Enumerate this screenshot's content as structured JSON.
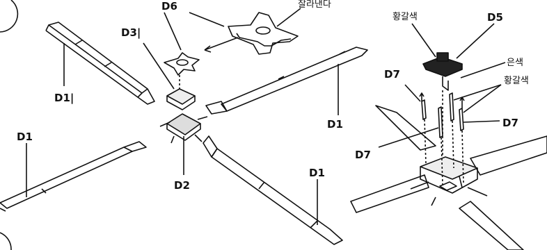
{
  "left": {
    "part_labels": {
      "d6": "D6",
      "d3": "D3|",
      "d1_top_left": "D1|",
      "d1_left": "D1",
      "d1_right": "D1",
      "d1_bottom": "D1",
      "d2": "D2"
    },
    "note": "잘라낸다"
  },
  "right": {
    "part_labels": {
      "d5": "D5",
      "d7_top": "D7",
      "d7_right": "D7",
      "d7_left": "D7"
    },
    "color_notes": {
      "brown_top": "황갈색",
      "silver": "은색",
      "brown_right": "황갈색"
    }
  }
}
